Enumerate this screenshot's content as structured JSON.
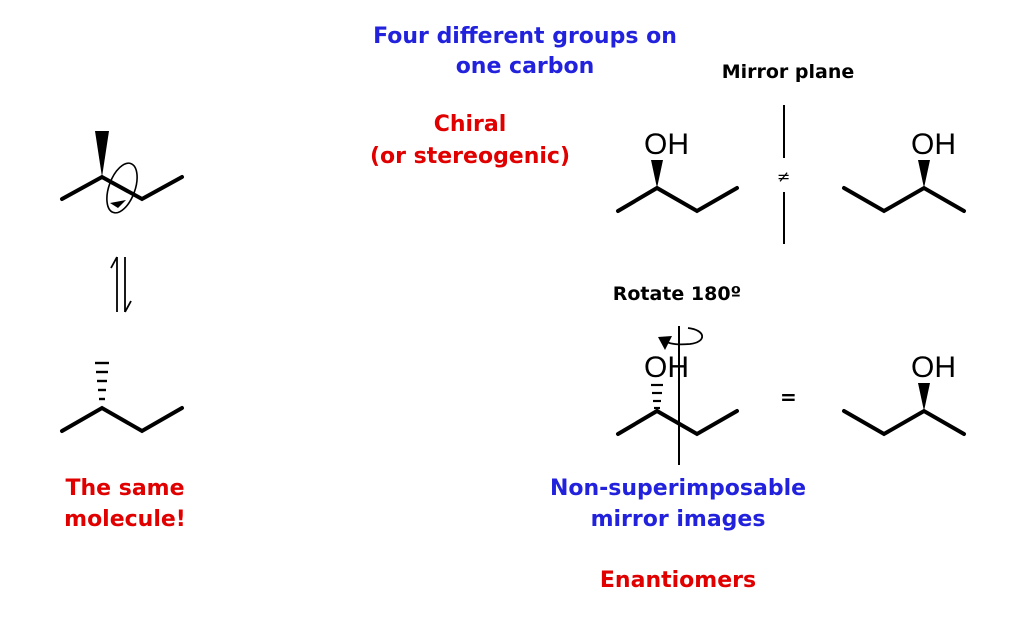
{
  "heading": {
    "line1": "Four different groups on",
    "line2": "one carbon"
  },
  "chiral": {
    "line1": "Chiral",
    "line2": "(or stereogenic)"
  },
  "mirror_plane_label": "Mirror plane",
  "rotate_label": "Rotate 180º",
  "not_equal_sign": "≠",
  "equal_sign": "=",
  "hydroxyl_label": "OH",
  "same_molecule": {
    "line1": "The same",
    "line2": "molecule!"
  },
  "nonsuperimposable": {
    "line1": "Non-superimposable",
    "line2": "mirror images"
  },
  "enantiomers_label": "Enantiomers",
  "equilibrium_arrows_icon": "equilibrium-arrows-icon",
  "rotation_arrow_icon": "rotation-arrow-icon",
  "colors": {
    "blue": "#2222dd",
    "red": "#e00000",
    "black": "#000000"
  }
}
